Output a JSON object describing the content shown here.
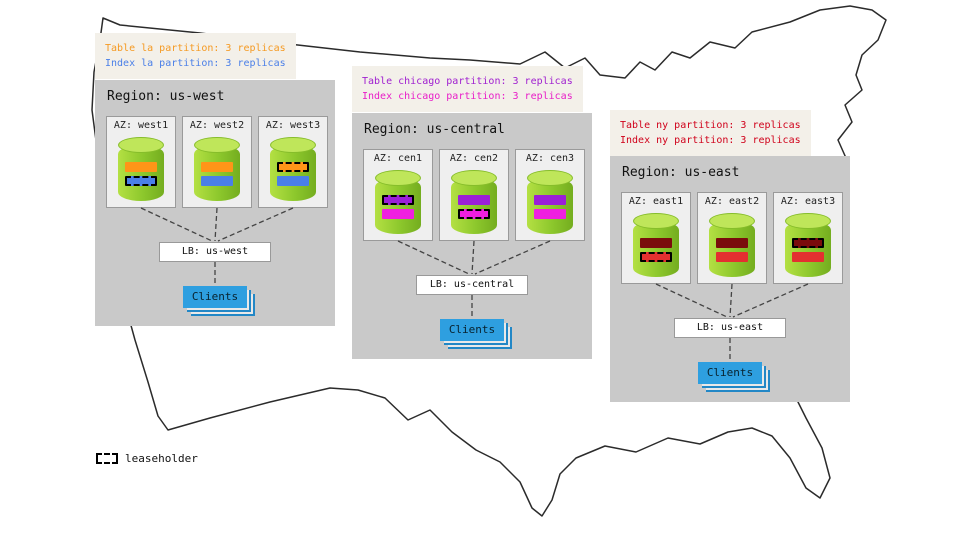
{
  "legend": {
    "label": "leaseholder"
  },
  "ui": {
    "clients_bg": "#2e9fe0",
    "cylinder_green": "#8cc72c",
    "map_stroke": "#2b2b2b",
    "annotation_bg": "#f3f0e9"
  },
  "regions": [
    {
      "title": "Region: us-west",
      "annotation": [
        {
          "text": "Table la partition: 3 replicas",
          "color": "#f59a23"
        },
        {
          "text": "Index la partition: 3 replicas",
          "color": "#4a7fe8"
        }
      ],
      "azs": [
        {
          "label": "AZ: west1",
          "bars": [
            {
              "color": "#ff9518",
              "leaseholder": false
            },
            {
              "color": "#4a7fe8",
              "leaseholder": true
            }
          ]
        },
        {
          "label": "AZ: west2",
          "bars": [
            {
              "color": "#ff9518",
              "leaseholder": false
            },
            {
              "color": "#4a7fe8",
              "leaseholder": false
            }
          ]
        },
        {
          "label": "AZ: west3",
          "bars": [
            {
              "color": "#ff9518",
              "leaseholder": true
            },
            {
              "color": "#4a7fe8",
              "leaseholder": false
            }
          ]
        }
      ],
      "lb": "LB: us-west",
      "clients": "Clients"
    },
    {
      "title": "Region: us-central",
      "annotation": [
        {
          "text": "Table chicago partition: 3 replicas",
          "color": "#a020d0"
        },
        {
          "text": "Index chicago partition: 3 replicas",
          "color": "#e81ec8"
        }
      ],
      "azs": [
        {
          "label": "AZ: cen1",
          "bars": [
            {
              "color": "#9b1fd8",
              "leaseholder": true
            },
            {
              "color": "#ef1fe0",
              "leaseholder": false
            }
          ]
        },
        {
          "label": "AZ: cen2",
          "bars": [
            {
              "color": "#9b1fd8",
              "leaseholder": false
            },
            {
              "color": "#ef1fe0",
              "leaseholder": true
            }
          ]
        },
        {
          "label": "AZ: cen3",
          "bars": [
            {
              "color": "#9b1fd8",
              "leaseholder": false
            },
            {
              "color": "#ef1fe0",
              "leaseholder": false
            }
          ]
        }
      ],
      "lb": "LB: us-central",
      "clients": "Clients"
    },
    {
      "title": "Region: us-east",
      "annotation": [
        {
          "text": "Table ny partition: 3 replicas",
          "color": "#d0021b"
        },
        {
          "text": "Index ny partition: 3 replicas",
          "color": "#d0021b"
        }
      ],
      "azs": [
        {
          "label": "AZ: east1",
          "bars": [
            {
              "color": "#7a0c0c",
              "leaseholder": false
            },
            {
              "color": "#e33030",
              "leaseholder": true
            }
          ]
        },
        {
          "label": "AZ: east2",
          "bars": [
            {
              "color": "#7a0c0c",
              "leaseholder": false
            },
            {
              "color": "#e33030",
              "leaseholder": false
            }
          ]
        },
        {
          "label": "AZ: east3",
          "bars": [
            {
              "color": "#7a0c0c",
              "leaseholder": true
            },
            {
              "color": "#e33030",
              "leaseholder": false
            }
          ]
        }
      ],
      "lb": "LB: us-east",
      "clients": "Clients"
    }
  ]
}
